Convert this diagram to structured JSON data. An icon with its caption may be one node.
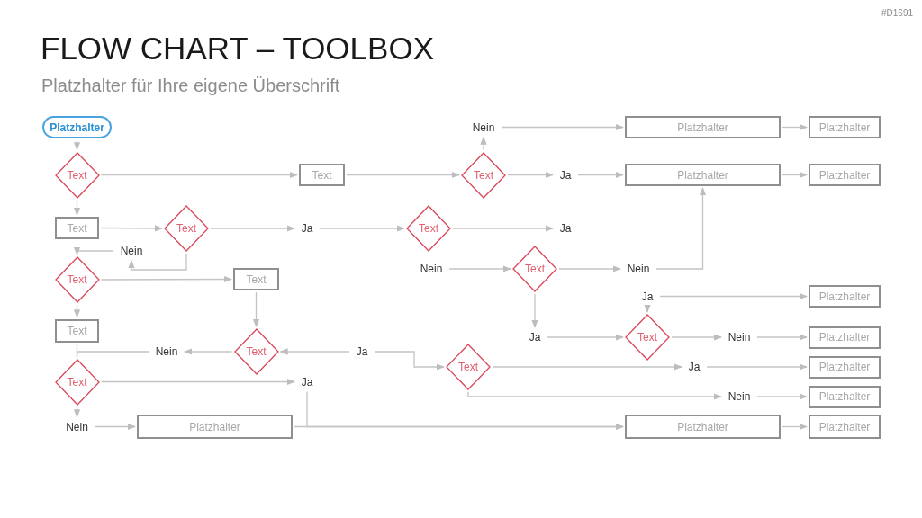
{
  "diagram": {
    "title": "FLOW CHART – TOOLBOX",
    "nodes": [
      {
        "text": [
          "Platzhalter"
        ]
      },
      {
        "text": [
          "Text"
        ]
      },
      {
        "text": [
          "Text"
        ]
      },
      {
        "text": [
          "Text"
        ]
      },
      {
        "text": [
          "Nein"
        ]
      },
      {
        "text": [
          "Platzhalter"
        ]
      },
      {
        "text": [
          "Platzhalter"
        ]
      },
      {
        "text": [
          "Ja"
        ]
      },
      {
        "text": [
          "Platzhalter"
        ]
      },
      {
        "text": [
          "Platzhalter"
        ]
      },
      {
        "text": [
          "Text"
        ]
      },
      {
        "text": [
          "Text"
        ]
      },
      {
        "text": [
          "Ja"
        ]
      },
      {
        "text": [
          "Text"
        ]
      },
      {
        "text": [
          "Ja"
        ]
      },
      {
        "text": [
          "Nein"
        ]
      },
      {
        "text": [
          "Text"
        ]
      },
      {
        "text": [
          "Text"
        ]
      },
      {
        "text": [
          "Nein"
        ]
      },
      {
        "text": [
          "Text"
        ]
      },
      {
        "text": [
          "Nein"
        ]
      },
      {
        "text": [
          "Ja"
        ]
      },
      {
        "text": [
          "Platzhalter"
        ]
      },
      {
        "text": [
          "Text"
        ]
      },
      {
        "text": [
          "Text"
        ]
      },
      {
        "text": [
          "Nein"
        ]
      },
      {
        "text": [
          "Ja"
        ]
      },
      {
        "text": [
          "Ja"
        ]
      },
      {
        "text": [
          "Text"
        ]
      },
      {
        "text": [
          "Nein"
        ]
      },
      {
        "text": [
          "Platzhalter"
        ]
      },
      {
        "text": [
          "Text"
        ]
      },
      {
        "text": [
          "Ja"
        ]
      },
      {
        "text": [
          "Platzhalter"
        ]
      },
      {
        "text": [
          "Text"
        ]
      },
      {
        "text": [
          "Ja"
        ]
      },
      {
        "text": [
          "Nein"
        ]
      },
      {
        "text": [
          "Platzhalter"
        ]
      },
      {
        "text": [
          "Nein"
        ]
      },
      {
        "text": [
          "Platzhalter"
        ]
      },
      {
        "text": [
          "Platzhalter"
        ]
      },
      {
        "text": [
          "Platzhalter"
        ]
      }
    ],
    "edges": [
      {
        "from": 0,
        "to": 1,
        "arrow": "to"
      },
      {
        "from": 1,
        "to": 2,
        "arrow": "to"
      },
      {
        "from": 1,
        "to": 10,
        "arrow": "to"
      },
      {
        "from": 2,
        "to": 3,
        "arrow": "to"
      },
      {
        "from": 3,
        "to": 4,
        "arrow": "to"
      },
      {
        "from": 4,
        "to": 5,
        "arrow": "to"
      },
      {
        "from": 3,
        "to": 7,
        "arrow": "to"
      },
      {
        "from": 7,
        "to": 8,
        "arrow": "to"
      },
      {
        "from": 5,
        "to": 6,
        "arrow": "to"
      },
      {
        "from": 8,
        "to": 9,
        "arrow": "to"
      },
      {
        "from": 10,
        "to": 11,
        "arrow": "to"
      },
      {
        "from": 11,
        "to": 12,
        "arrow": "to"
      },
      {
        "from": 12,
        "to": 13,
        "arrow": "to"
      },
      {
        "from": 13,
        "to": 14,
        "arrow": "to"
      },
      {
        "from": 11,
        "to": 15,
        "arrow": "to"
      },
      {
        "from": 15,
        "to": 16,
        "arrow": "to"
      },
      {
        "from": 16,
        "to": 17,
        "arrow": "to"
      },
      {
        "from": 16,
        "to": 23,
        "arrow": "to"
      },
      {
        "from": 18,
        "to": 19,
        "arrow": "to"
      },
      {
        "from": 19,
        "to": 20,
        "arrow": "to"
      },
      {
        "from": 20,
        "to": 8,
        "arrow": "to"
      },
      {
        "from": 19,
        "to": 27,
        "arrow": "to"
      },
      {
        "from": 27,
        "to": 28,
        "arrow": "to"
      },
      {
        "from": 21,
        "to": 28,
        "arrow": "to"
      },
      {
        "from": 21,
        "to": 22,
        "arrow": "to"
      },
      {
        "from": 28,
        "to": 29,
        "arrow": "to"
      },
      {
        "from": 29,
        "to": 30,
        "arrow": "to"
      },
      {
        "from": 17,
        "to": 24,
        "arrow": "to"
      },
      {
        "from": 26,
        "to": 24,
        "arrow": "to"
      },
      {
        "from": 26,
        "to": 31,
        "arrow": "to"
      },
      {
        "from": 24,
        "to": 25,
        "arrow": "to"
      },
      {
        "from": 25,
        "to": 34,
        "arrow": "none"
      },
      {
        "from": 23,
        "to": 34,
        "arrow": "none"
      },
      {
        "from": 31,
        "to": 32,
        "arrow": "to"
      },
      {
        "from": 32,
        "to": 33,
        "arrow": "to"
      },
      {
        "from": 31,
        "to": 36,
        "arrow": "to"
      },
      {
        "from": 36,
        "to": 37,
        "arrow": "to"
      },
      {
        "from": 34,
        "to": 35,
        "arrow": "to"
      },
      {
        "from": 34,
        "to": 38,
        "arrow": "to"
      },
      {
        "from": 38,
        "to": 39,
        "arrow": "to"
      },
      {
        "from": 39,
        "to": 40,
        "arrow": "to"
      },
      {
        "from": 35,
        "to": 40,
        "arrow": "to"
      },
      {
        "from": 40,
        "to": 41,
        "arrow": "to"
      }
    ],
    "labels": [
      "#D1691",
      "Platzhalter für Ihre eigene Überschrift"
    ]
  }
}
